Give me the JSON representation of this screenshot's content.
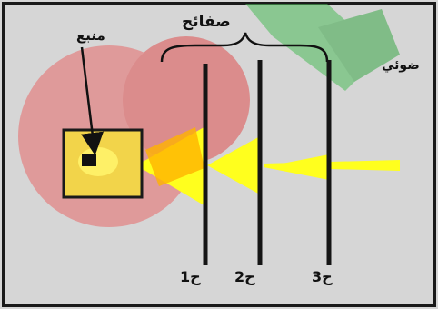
{
  "labels": {
    "source": "منبع",
    "plates": "صفائح",
    "light": "ضوئي",
    "plate_1": "ح1",
    "plate_2": "ح2",
    "plate_3": "ح3"
  },
  "colors": {
    "background": "#d6d6d6",
    "frame": "#1a1a1a",
    "source_fill": "#f2d44a",
    "beam_yellow": "#ffff1e",
    "beam_orange": "#ffb300",
    "watermark_red": "#e04848",
    "watermark_green": "#3db24a",
    "plate_line": "#151515"
  },
  "icons": {
    "source_box": "light-source-box",
    "arrow": "pointer-arrow",
    "brace": "curly-brace"
  }
}
